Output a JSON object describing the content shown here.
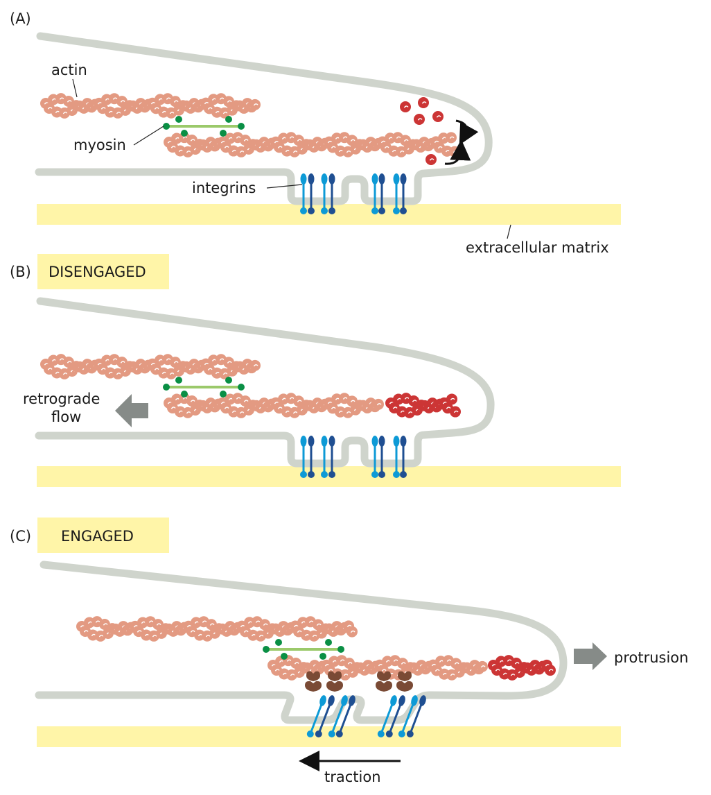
{
  "colors": {
    "membrane": "#cfd4cc",
    "ecm": "#fff5a8",
    "actin": "#e39a82",
    "actin_new": "#cc3535",
    "myosin_rod": "#9bc96a",
    "myosin_head": "#0a8f45",
    "integrin_light": "#0d9ad6",
    "integrin_dark": "#1f4f92",
    "adaptor": "#7a4a35",
    "arrow_gray": "#868b88",
    "label_box": "#fff5a8",
    "text": "#1a1a1a"
  },
  "panels": [
    {
      "id": "A",
      "panel_label": "(A)",
      "state_label": "",
      "labels": {
        "actin": "actin",
        "myosin": "myosin",
        "integrins": "integrins",
        "ecm": "extracellular matrix"
      }
    },
    {
      "id": "B",
      "panel_label": "(B)",
      "state_label": "DISENGAGED",
      "labels": {
        "flow_line1": "retrograde",
        "flow_line2": "flow"
      }
    },
    {
      "id": "C",
      "panel_label": "(C)",
      "state_label": "ENGAGED",
      "labels": {
        "protrusion": "protrusion",
        "traction": "traction"
      }
    }
  ]
}
